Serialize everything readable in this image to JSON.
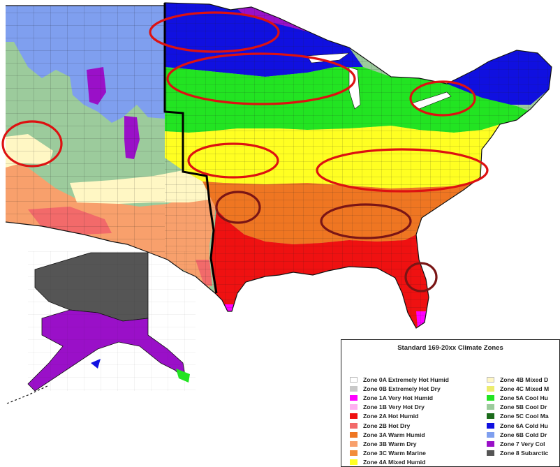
{
  "map": {
    "colors": {
      "z0A": "#ffffff",
      "z0B": "#c8c8c8",
      "z1A": "#ff00ff",
      "z1B": "#ffb0f0",
      "z2A": "#ef1111",
      "z2B": "#f26a6a",
      "z3A": "#ef7622",
      "z3B": "#f8a06c",
      "z3C": "#f28c3a",
      "z4A": "#ffff22",
      "z4B": "#fff7c4",
      "z4C": "#ecec6e",
      "z5A": "#22e422",
      "z5B": "#9ccb9c",
      "z5C": "#1b6b1b",
      "z6A": "#1010e0",
      "z6B": "#7f9fef",
      "z7": "#9a10c8",
      "z8": "#555555",
      "highlight_ring": "#dd1111",
      "highlight_ring_dark": "#7a1515",
      "boundary": "#111111"
    },
    "legend": {
      "title": "Standard 169-20xx Climate Zones",
      "items": [
        {
          "label": "Zone 0A Extremely Hot Humid",
          "color": "#ffffff"
        },
        {
          "label": "Zone 0B Extremely Hot Dry",
          "color": "#c8c8c8"
        },
        {
          "label": "Zone 1A Very Hot Humid",
          "color": "#ff00ff"
        },
        {
          "label": "Zone 1B Very Hot Dry",
          "color": "#ffb0f0"
        },
        {
          "label": "Zone 2A Hot Humid",
          "color": "#ef1111"
        },
        {
          "label": "Zone 2B Hot Dry",
          "color": "#f26a6a"
        },
        {
          "label": "Zone 3A Warm Humid",
          "color": "#ef7622"
        },
        {
          "label": "Zone 3B Warm Dry",
          "color": "#f8a06c"
        },
        {
          "label": "Zone 3C Warm Marine",
          "color": "#f28c3a"
        },
        {
          "label": "Zone 4A Mixed Humid",
          "color": "#ffff22"
        },
        {
          "label": "Zone 4B Mixed D",
          "color": "#fff7c4"
        },
        {
          "label": "Zone 4C Mixed M",
          "color": "#ecec6e"
        },
        {
          "label": "Zone 5A Cool Hu",
          "color": "#22e422"
        },
        {
          "label": "Zone 5B Cool Dr",
          "color": "#9ccb9c"
        },
        {
          "label": "Zone 5C Cool Ma",
          "color": "#1b6b1b"
        },
        {
          "label": "Zone 6A Cold Hu",
          "color": "#1010e0"
        },
        {
          "label": "Zone 6B Cold Dr",
          "color": "#7f9fef"
        },
        {
          "label": "Zone 7 Very Col",
          "color": "#9a10c8"
        },
        {
          "label": "Zone 8 Subarctic",
          "color": "#555555"
        }
      ]
    }
  }
}
